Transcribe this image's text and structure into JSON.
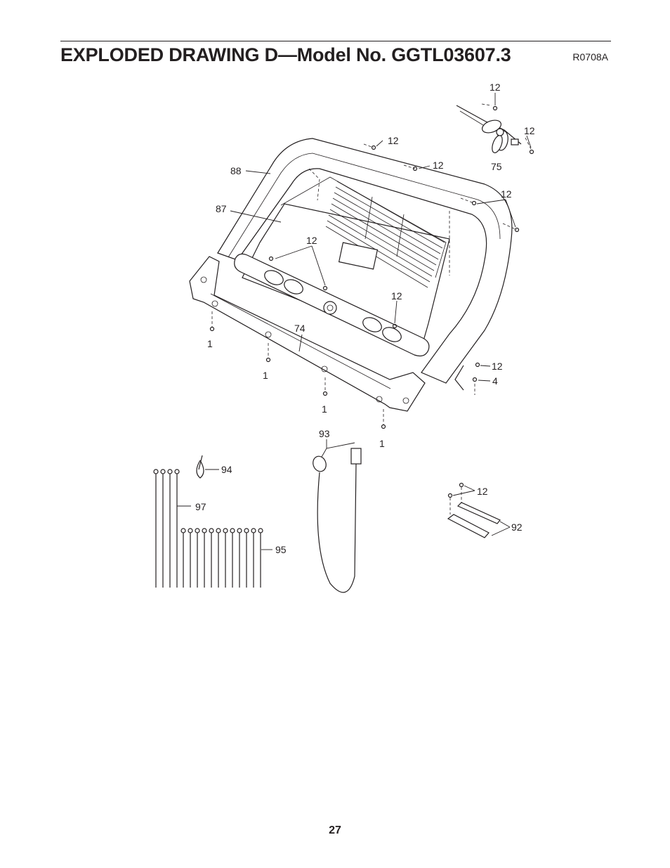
{
  "header": {
    "title": "EXPLODED DRAWING D—Model No. GGTL03607.3",
    "drawing_code": "R0708A"
  },
  "callouts": {
    "c12_top": "12",
    "c12_fan": "12",
    "c75": "75",
    "c12_a": "12",
    "c12_b": "12",
    "c12_c": "12",
    "c88": "88",
    "c87": "87",
    "c12_inner": "12",
    "c12_mid": "12",
    "c12_right": "12",
    "c4": "4",
    "c74": "74",
    "c1_a": "1",
    "c1_b": "1",
    "c1_c": "1",
    "c1_d": "1",
    "c93": "93",
    "c94": "94",
    "c97": "97",
    "c95": "95",
    "c12_bracket": "12",
    "c92": "92"
  },
  "footer": {
    "page_number": "27"
  }
}
